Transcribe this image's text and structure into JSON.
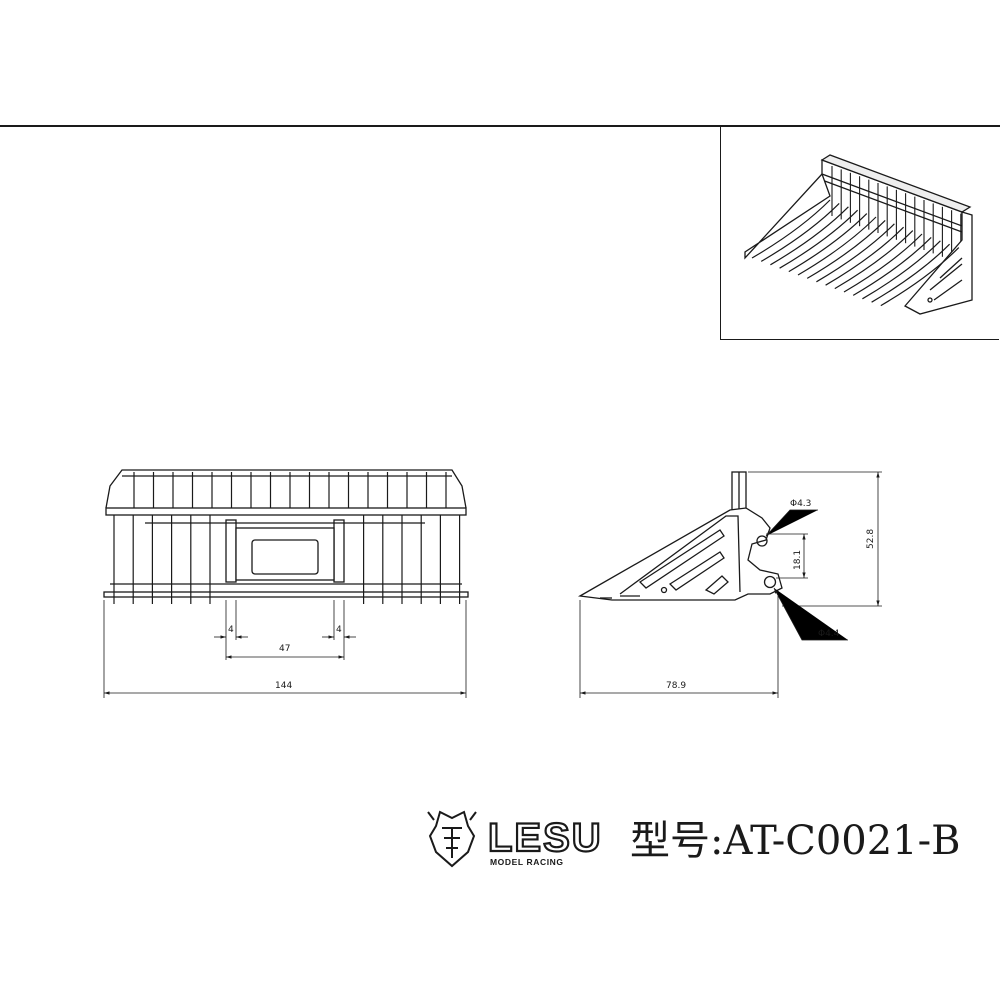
{
  "dimensions": {
    "front": {
      "slot_width_left": "4",
      "slot_spacing": "47",
      "slot_width_right": "4",
      "overall_width": "144"
    },
    "side": {
      "upper_hole": "Φ4.3",
      "hole_spacing": "18.1",
      "height": "52.8",
      "lower_hole": "Φ4.4",
      "depth": "78.9"
    }
  },
  "brand": {
    "name": "LESU",
    "tagline": "MODEL RACING"
  },
  "model": {
    "label": "型号:AT-C0021-B"
  }
}
